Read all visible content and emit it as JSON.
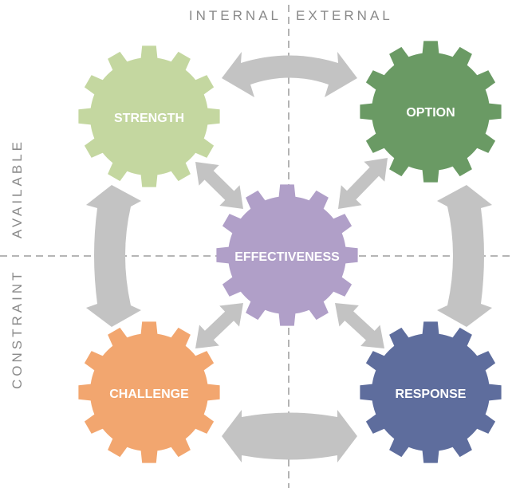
{
  "axes": {
    "top_left_label": "INTERNAL",
    "top_right_label": "EXTERNAL",
    "left_bottom_label": "CONSTRAINT",
    "left_top_label": "AVAILABLE"
  },
  "gears": {
    "strength": {
      "label": "STRENGTH",
      "color": "#c4d7a0"
    },
    "option": {
      "label": "OPTION",
      "color": "#6a9a64"
    },
    "effectiveness": {
      "label": "EFFECTIVENESS",
      "color": "#b09fc8"
    },
    "challenge": {
      "label": "CHALLENGE",
      "color": "#f2a66f"
    },
    "response": {
      "label": "RESPONSE",
      "color": "#5e6d9d"
    }
  },
  "connector_color": "#c3c3c3",
  "divider_color": "#8a8a8a"
}
